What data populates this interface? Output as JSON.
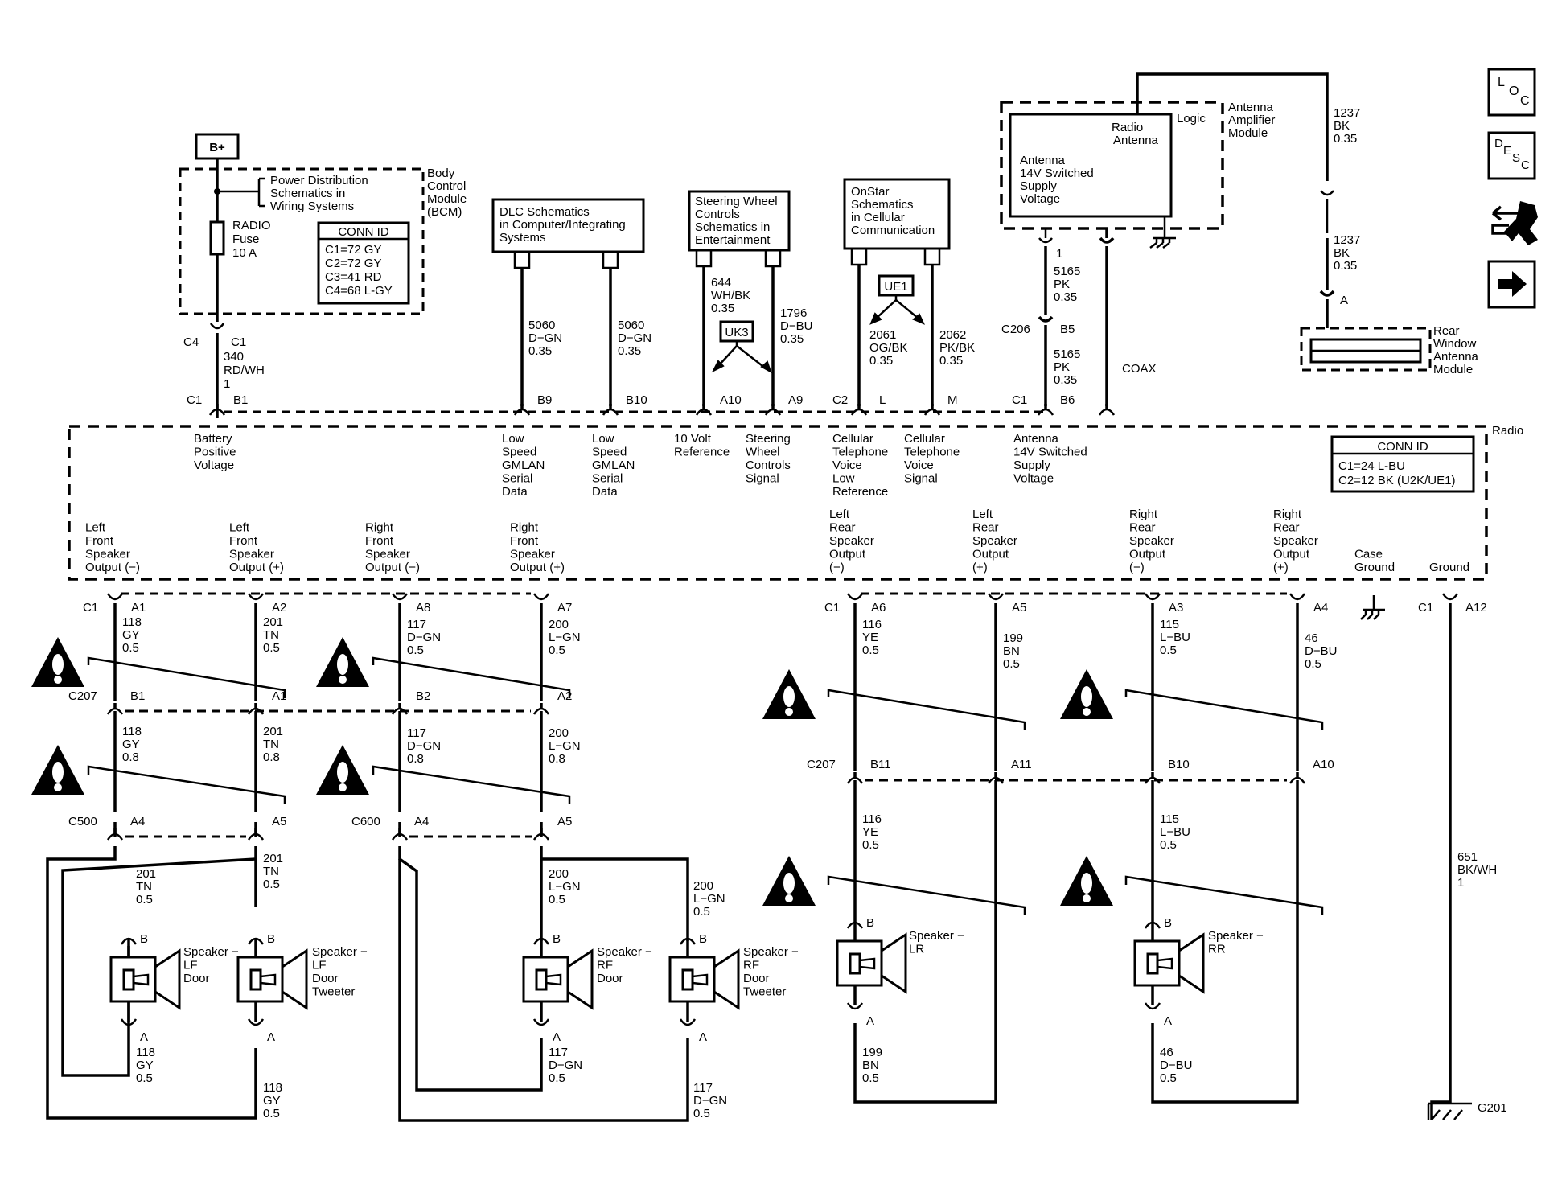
{
  "b_plus": "B+",
  "bcm": {
    "title": [
      "Body",
      "Control",
      "Module",
      "(BCM)"
    ],
    "pd_ref": [
      "Power Distribution",
      "Schematics in",
      "Wiring Systems"
    ],
    "fuse": [
      "RADIO",
      "Fuse",
      "10 A"
    ],
    "conn_id_title": "CONN ID",
    "conn_id": [
      "C1=72 GY",
      "C2=72 GY",
      "C3=41 RD",
      "C4=68 L-GY"
    ]
  },
  "refs": {
    "dlc": [
      "DLC Schematics",
      "in Computer/Integrating",
      "Systems"
    ],
    "steering": [
      "Steering Wheel",
      "Controls",
      "Schematics in",
      "Entertainment"
    ],
    "onstar": [
      "OnStar",
      "Schematics",
      "in Cellular",
      "Communication"
    ]
  },
  "options": {
    "uk3": "UK3",
    "ue1": "UE1"
  },
  "antenna": {
    "module_name": [
      "Antenna",
      "Amplifier",
      "Module"
    ],
    "logic": "Logic",
    "radio_antenna": [
      "Radio",
      "Antenna"
    ],
    "supply": [
      "Antenna",
      "14V Switched",
      "Supply",
      "Voltage"
    ],
    "rear_window": [
      "Rear",
      "Window",
      "Antenna",
      "Module"
    ],
    "coax": "COAX"
  },
  "radio": {
    "name": "Radio",
    "conn_id_title": "CONN ID",
    "conn_id": [
      "C1=24 L-BU",
      "C2=12 BK (U2K/UE1)"
    ],
    "top_pins": [
      {
        "id": "battery",
        "lines": [
          "Battery",
          "Positive",
          "Voltage"
        ]
      },
      {
        "id": "gmlan1",
        "lines": [
          "Low",
          "Speed",
          "GMLAN",
          "Serial",
          "Data"
        ]
      },
      {
        "id": "gmlan2",
        "lines": [
          "Low",
          "Speed",
          "GMLAN",
          "Serial",
          "Data"
        ]
      },
      {
        "id": "ref10v",
        "lines": [
          "10 Volt",
          "Reference"
        ]
      },
      {
        "id": "swc",
        "lines": [
          "Steering",
          "Wheel",
          "Controls",
          "Signal"
        ]
      },
      {
        "id": "cellLow",
        "lines": [
          "Cellular",
          "Telephone",
          "Voice",
          "Low",
          "Reference"
        ]
      },
      {
        "id": "cellSig",
        "lines": [
          "Cellular",
          "Telephone",
          "Voice",
          "Signal"
        ]
      },
      {
        "id": "ant14v",
        "lines": [
          "Antenna",
          "14V Switched",
          "Supply",
          "Voltage"
        ]
      }
    ],
    "bottom_pins": [
      {
        "id": "lfm",
        "lines": [
          "Left",
          "Front",
          "Speaker",
          "Output (−)"
        ]
      },
      {
        "id": "lfp",
        "lines": [
          "Left",
          "Front",
          "Speaker",
          "Output (+)"
        ]
      },
      {
        "id": "rfm",
        "lines": [
          "Right",
          "Front",
          "Speaker",
          "Output (−)"
        ]
      },
      {
        "id": "rfp",
        "lines": [
          "Right",
          "Front",
          "Speaker",
          "Output (+)"
        ]
      },
      {
        "id": "lrm",
        "lines": [
          "Left",
          "Rear",
          "Speaker",
          "Output",
          "(−)"
        ]
      },
      {
        "id": "lrp",
        "lines": [
          "Left",
          "Rear",
          "Speaker",
          "Output",
          "(+)"
        ]
      },
      {
        "id": "rrm",
        "lines": [
          "Right",
          "Rear",
          "Speaker",
          "Output",
          "(−)"
        ]
      },
      {
        "id": "rrp",
        "lines": [
          "Right",
          "Rear",
          "Speaker",
          "Output",
          "(+)"
        ]
      },
      {
        "id": "case",
        "lines": [
          "Case",
          "Ground"
        ]
      },
      {
        "id": "gnd",
        "lines": [
          "Ground"
        ]
      }
    ]
  },
  "connectors": {
    "c4": "C4",
    "c1_bcm": "C1",
    "c1_top": "C1",
    "b1_top": "B1",
    "b9": "B9",
    "b10": "B10",
    "a10": "A10",
    "a9": "A9",
    "c2": "C2",
    "l": "L",
    "m": "M",
    "c206": "C206",
    "b5": "B5",
    "c1_ant": "C1",
    "b6": "B6",
    "pin1": "1",
    "pin_a": "A",
    "c1_lf": "C1",
    "a1": "A1",
    "a2": "A2",
    "a8": "A8",
    "a7": "A7",
    "c1_lr": "C1",
    "a6": "A6",
    "a5": "A5",
    "a3": "A3",
    "a4": "A4",
    "c1_gnd": "C1",
    "a12": "A12",
    "c207": "C207",
    "b1": "B1",
    "a1b": "A1",
    "b2": "B2",
    "a2b": "A2",
    "c207r": "C207",
    "b11": "B11",
    "a11": "A11",
    "b10r": "B10",
    "a10r": "A10",
    "c500": "C500",
    "a4l": "A4",
    "a5l": "A5",
    "c600": "C600",
    "a4r": "A4",
    "a5r": "A5"
  },
  "circuits": {
    "top_340": [
      "340",
      "RD/WH",
      "1"
    ],
    "gmlan_a": [
      "5060",
      "D−GN",
      "0.35"
    ],
    "gmlan_b": [
      "5060",
      "D−GN",
      "0.35"
    ],
    "c644": [
      "644",
      "WH/BK",
      "0.35"
    ],
    "c1796": [
      "1796",
      "D−BU",
      "0.35"
    ],
    "c2061": [
      "2061",
      "OG/BK",
      "0.35"
    ],
    "c2062": [
      "2062",
      "PK/BK",
      "0.35"
    ],
    "c5165a": [
      "5165",
      "PK",
      "0.35"
    ],
    "c5165b": [
      "5165",
      "PK",
      "0.35"
    ],
    "c1237a": [
      "1237",
      "BK",
      "0.35"
    ],
    "c1237b": [
      "1237",
      "BK",
      "0.35"
    ],
    "lf118a": [
      "118",
      "GY",
      "0.5"
    ],
    "lf201a": [
      "201",
      "TN",
      "0.5"
    ],
    "rf117a": [
      "117",
      "D−GN",
      "0.5"
    ],
    "rf200a": [
      "200",
      "L−GN",
      "0.5"
    ],
    "lf118b": [
      "118",
      "GY",
      "0.8"
    ],
    "lf201b": [
      "201",
      "TN",
      "0.8"
    ],
    "rf117b": [
      "117",
      "D−GN",
      "0.8"
    ],
    "rf200b": [
      "200",
      "L−GN",
      "0.8"
    ],
    "lf201c": [
      "201",
      "TN",
      "0.5"
    ],
    "lf201d": [
      "201",
      "TN",
      "0.5"
    ],
    "rf200c": [
      "200",
      "L−GN",
      "0.5"
    ],
    "rf200d": [
      "200",
      "L−GN",
      "0.5"
    ],
    "lf118c": [
      "118",
      "GY",
      "0.5"
    ],
    "lf118d": [
      "118",
      "GY",
      "0.5"
    ],
    "rf117c": [
      "117",
      "D−GN",
      "0.5"
    ],
    "rf117d": [
      "117",
      "D−GN",
      "0.5"
    ],
    "lr116a": [
      "116",
      "YE",
      "0.5"
    ],
    "lr199a": [
      "199",
      "BN",
      "0.5"
    ],
    "rr115a": [
      "115",
      "L−BU",
      "0.5"
    ],
    "rr46a": [
      "46",
      "D−BU",
      "0.5"
    ],
    "lr116b": [
      "116",
      "YE",
      "0.5"
    ],
    "rr115b": [
      "115",
      "L−BU",
      "0.5"
    ],
    "lr199b": [
      "199",
      "BN",
      "0.5"
    ],
    "rr46b": [
      "46",
      "D−BU",
      "0.5"
    ],
    "g651": [
      "651",
      "BK/WH",
      "1"
    ]
  },
  "speakers": {
    "lf_door": [
      "Speaker −",
      "LF",
      "Door"
    ],
    "lf_tweeter": [
      "Speaker −",
      "LF",
      "Door",
      "Tweeter"
    ],
    "rf_door": [
      "Speaker −",
      "RF",
      "Door"
    ],
    "rf_tweeter": [
      "Speaker −",
      "RF",
      "Door",
      "Tweeter"
    ],
    "lr": [
      "Speaker −",
      "LR"
    ],
    "rr": [
      "Speaker −",
      "RR"
    ],
    "pin_b": "B",
    "pin_a": "A"
  },
  "ground": "G201",
  "nav": {
    "loc": [
      "L",
      "O",
      "C"
    ],
    "desc": [
      "D",
      "E",
      "S",
      "C"
    ]
  }
}
